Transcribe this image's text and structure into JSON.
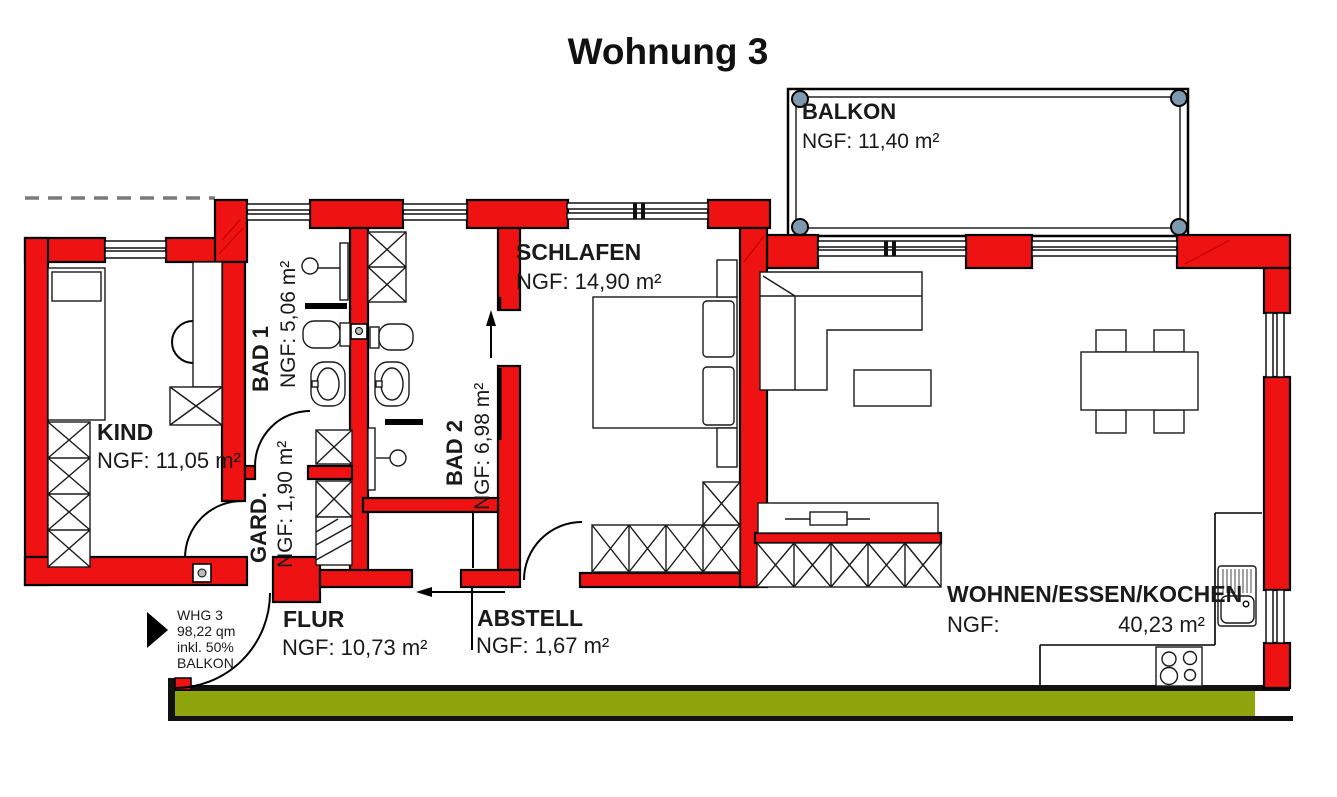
{
  "title": "Wohnung 3",
  "entrance": {
    "lines": [
      "WHG 3",
      "98,22 qm",
      "inkl. 50%",
      "BALKON"
    ]
  },
  "rooms": {
    "balkon": {
      "name": "BALKON",
      "area": "NGF: 11,40 m²"
    },
    "kind": {
      "name": "KIND",
      "area": "NGF: 11,05 m²"
    },
    "bad1": {
      "name": "BAD 1",
      "area": "NGF: 5,06 m²"
    },
    "gard": {
      "name": "GARD.",
      "area": "NGF: 1,90 m²"
    },
    "bad2": {
      "name": "BAD 2",
      "area": "NGF: 6,98 m²"
    },
    "schlafen": {
      "name": "SCHLAFEN",
      "area": "NGF: 14,90 m²"
    },
    "flur": {
      "name": "FLUR",
      "area": "NGF: 10,73 m²"
    },
    "abstell": {
      "name": "ABSTELL",
      "area": "NGF: 1,67 m²"
    },
    "wohnen": {
      "name": "WOHNEN/ESSEN/KOCHEN",
      "area_label": "NGF:",
      "area_value": "40,23 m²"
    }
  },
  "colors": {
    "wall": "#ee1212",
    "terrace": "#8fa50d",
    "balcony_post": "#7e98ae",
    "boundary_dash": "#7a7a7a"
  }
}
